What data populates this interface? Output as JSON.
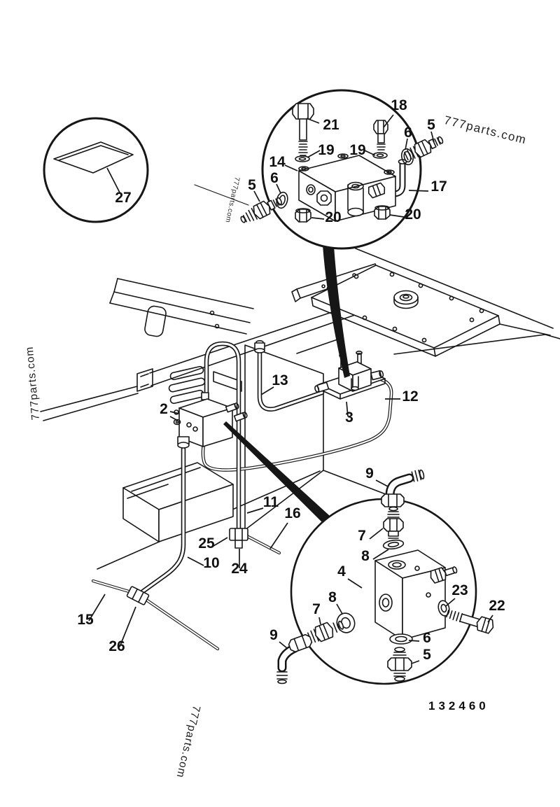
{
  "part_number": "132460",
  "watermarks": [
    {
      "text": "777parts.com",
      "position": "top-right"
    },
    {
      "text": "777parts.com",
      "position": "inside-top-circle"
    },
    {
      "text": "777parts.com",
      "position": "left-edge"
    },
    {
      "text": "777parts.com",
      "position": "bottom-center"
    }
  ],
  "callouts": [
    "21",
    "18",
    "19",
    "19",
    "6",
    "5",
    "14",
    "6",
    "5",
    "17",
    "20",
    "20",
    "27",
    "2",
    "13",
    "3",
    "12",
    "11",
    "16",
    "25",
    "24",
    "10",
    "15",
    "26",
    "9",
    "7",
    "8",
    "4",
    "8",
    "7",
    "9",
    "23",
    "22",
    "6",
    "5"
  ]
}
